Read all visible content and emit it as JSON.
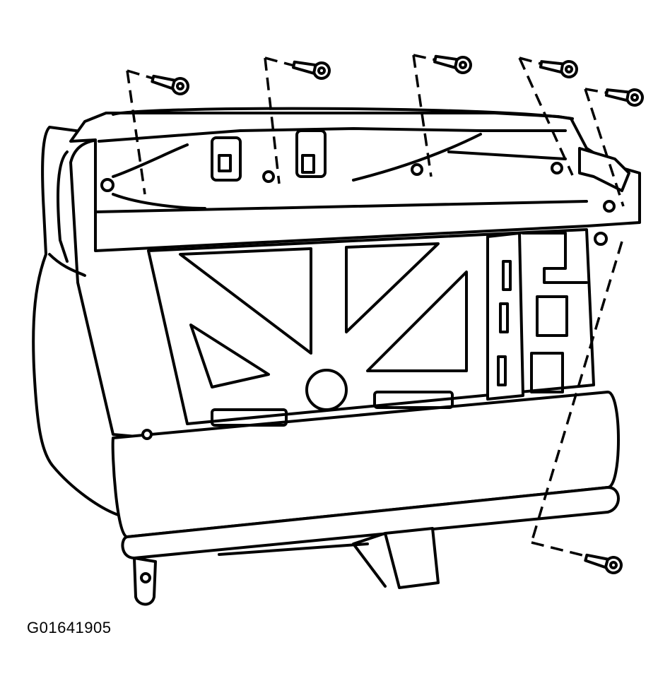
{
  "figure": {
    "id_label": "G01641905"
  },
  "parts": {
    "component": "glove-box-assembly",
    "fasteners": 6
  }
}
